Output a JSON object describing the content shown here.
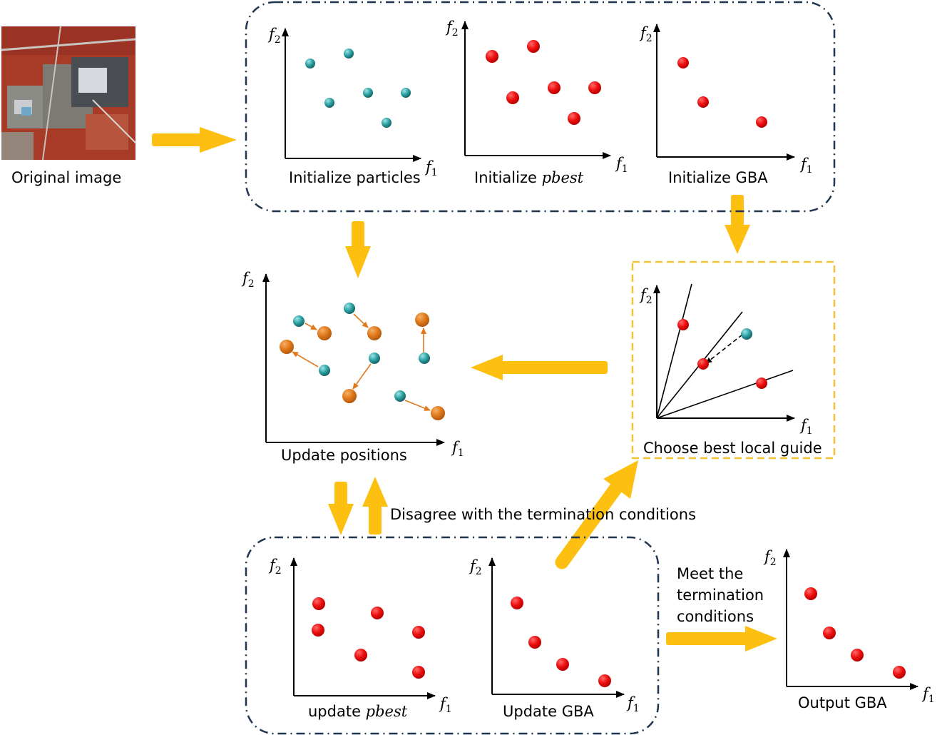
{
  "colors": {
    "arrow": "#FDC010",
    "frame": "#1F3550",
    "guide_frame": "#F5C232",
    "particle": "#2EA3A6",
    "solution": "#EE1111",
    "moved": "#E07A1C",
    "image_field": "#A83A28",
    "image_city": "#8C8C86"
  },
  "axis_labels": {
    "x": "f",
    "x_sub": "1",
    "y": "f",
    "y_sub": "2"
  },
  "original_image": {
    "label": "Original image"
  },
  "init_panels": {
    "particles": {
      "label": "Initialize particles"
    },
    "pbest": {
      "label_text": "Initialize ",
      "label_math": "pbest"
    },
    "gba": {
      "label": "Initialize GBA"
    }
  },
  "update_positions": {
    "label": "Update positions"
  },
  "guide": {
    "label": "Choose best local guide"
  },
  "loop_label": "Disagree with the termination conditions",
  "update_panels": {
    "pbest": {
      "label_text": "update ",
      "label_math": "pbest"
    },
    "gba": {
      "label": "Update GBA"
    }
  },
  "meet_label": [
    "Meet the",
    "termination",
    "conditions"
  ],
  "output": {
    "label": "Output GBA"
  }
}
